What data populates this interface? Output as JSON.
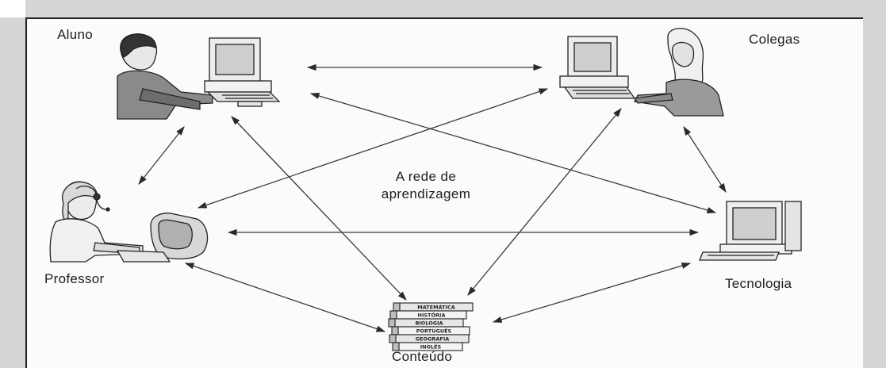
{
  "nodes": {
    "aluno": "Aluno",
    "colegas": "Colegas",
    "professor": "Professor",
    "tecnologia": "Tecnologia",
    "conteudo": "Conteúdo"
  },
  "center": {
    "line1": "A rede de",
    "line2": "aprendizagem"
  },
  "books": [
    "MATEMÁTICA",
    "HISTÓRIA",
    "BIOLOGIA",
    "PORTUGUÊS",
    "GEOGRAFIA",
    "INGLÊS"
  ],
  "connections": [
    [
      "aluno",
      "colegas"
    ],
    [
      "aluno",
      "professor"
    ],
    [
      "aluno",
      "tecnologia"
    ],
    [
      "aluno",
      "conteudo"
    ],
    [
      "colegas",
      "professor"
    ],
    [
      "colegas",
      "tecnologia"
    ],
    [
      "colegas",
      "conteudo"
    ],
    [
      "professor",
      "tecnologia"
    ],
    [
      "professor",
      "conteudo"
    ],
    [
      "tecnologia",
      "conteudo"
    ]
  ],
  "colors": {
    "ink": "#1e1e1e",
    "paper": "#fbfbfb",
    "frame": "#d6d6d6"
  },
  "icons": {
    "aluno": "student-at-computer-icon",
    "colegas": "colleague-at-computer-icon",
    "professor": "teacher-with-headset-icon",
    "tecnologia": "computer-icon",
    "conteudo": "book-stack-icon"
  }
}
